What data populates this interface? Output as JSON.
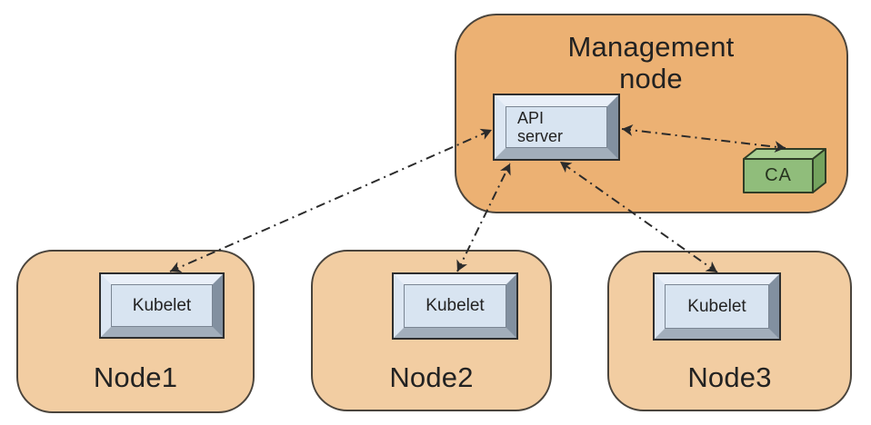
{
  "colors": {
    "management_fill": "#ecb173",
    "node_fill": "#f2cda2",
    "kubelet_face": "#d8e4f1",
    "ca_front": "#90bd7b",
    "ca_top": "#aacf93",
    "ca_side": "#74a35e",
    "arrow": "#2b2b2b"
  },
  "management": {
    "title": "Management node",
    "api_server_lines": [
      "API",
      "server"
    ],
    "ca_label": "CA"
  },
  "nodes": [
    {
      "label": "Node1",
      "component": "Kubelet"
    },
    {
      "label": "Node2",
      "component": "Kubelet"
    },
    {
      "label": "Node3",
      "component": "Kubelet"
    }
  ]
}
